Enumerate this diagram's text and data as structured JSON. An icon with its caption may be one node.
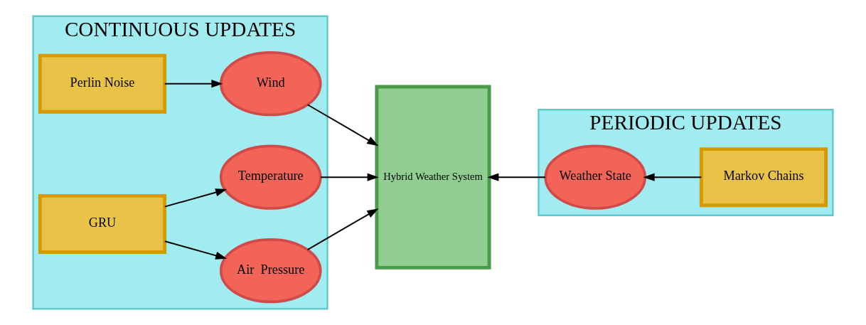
{
  "diagram": {
    "nodes": [
      {
        "text": [
          "CONTINUOUS UPDATES"
        ]
      },
      {
        "text": [
          "Perlin Noise"
        ],
        "in": 0
      },
      {
        "text": [
          "Wind"
        ],
        "in": 0
      },
      {
        "text": [
          "GRU"
        ],
        "in": 0
      },
      {
        "text": [
          "Air  Pressure"
        ],
        "in": 0
      },
      {
        "text": [
          "Temperature"
        ],
        "in": 0
      },
      {
        "text": [
          "Hybrid Weather System"
        ]
      },
      {
        "text": [
          "PERIODIC UPDATES"
        ]
      },
      {
        "text": [
          "Weather State"
        ],
        "in": 7
      },
      {
        "text": [
          "Markov Chains"
        ],
        "in": 7
      }
    ],
    "edges": [
      {
        "from": 1,
        "to": 2,
        "arrow": "to"
      },
      {
        "from": 2,
        "to": 6,
        "arrow": "to"
      },
      {
        "from": 3,
        "to": 4,
        "arrow": "to"
      },
      {
        "from": 3,
        "to": 5,
        "arrow": "to"
      },
      {
        "from": 4,
        "to": 6,
        "arrow": "to"
      },
      {
        "from": 5,
        "to": 6,
        "arrow": "to"
      },
      {
        "from": 9,
        "to": 8,
        "arrow": "to"
      },
      {
        "from": 8,
        "to": 6,
        "arrow": "to"
      }
    ]
  }
}
